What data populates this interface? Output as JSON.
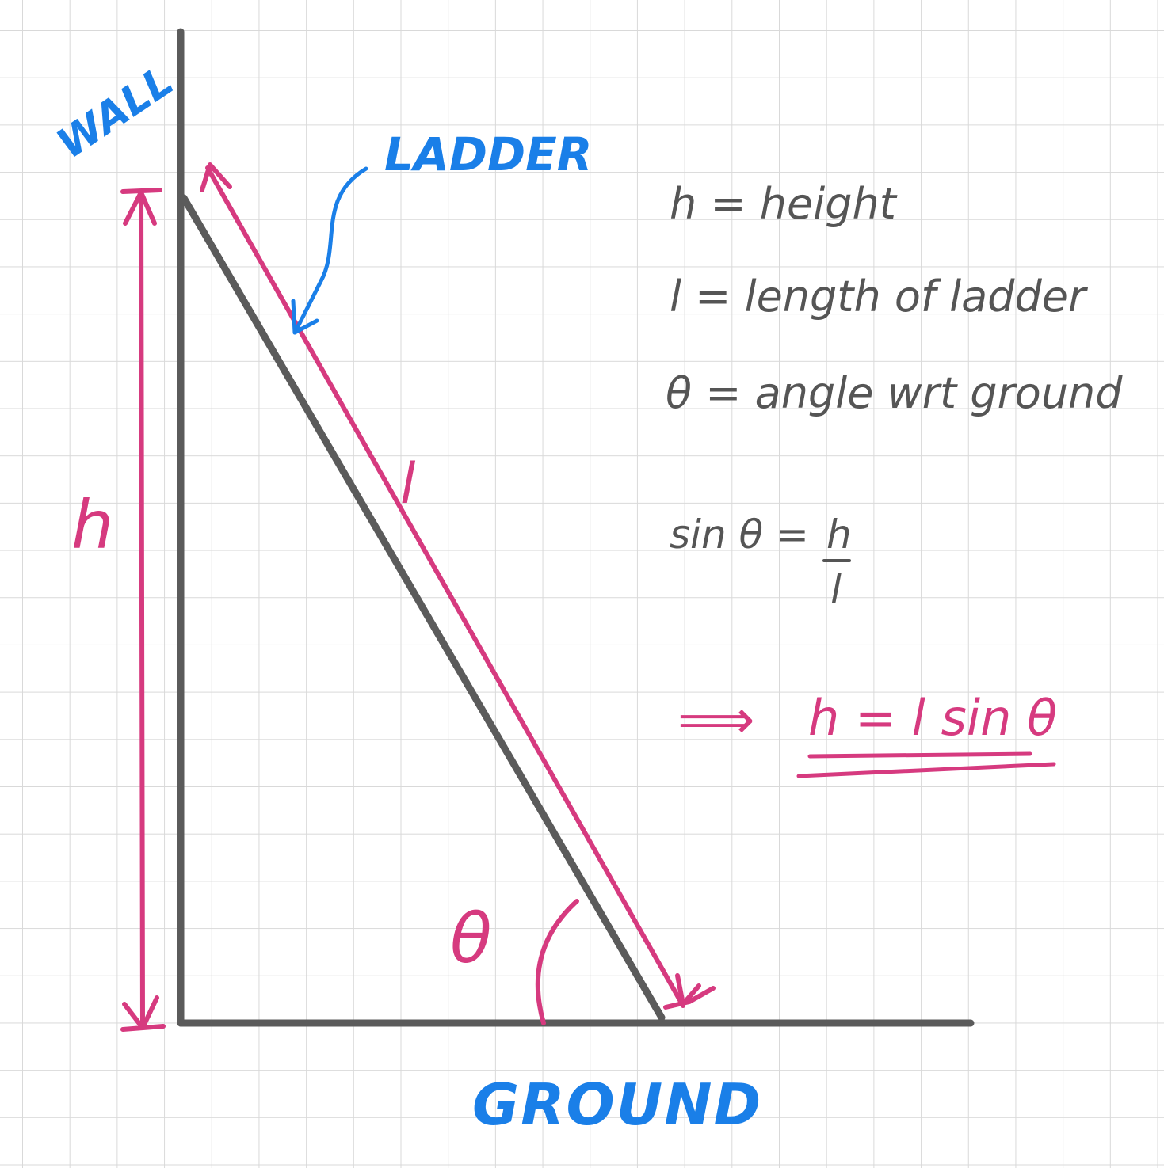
{
  "colors": {
    "structure": "#5b5b5b",
    "measure": "#d63a7f",
    "label": "#1a7fe8",
    "note": "#555555",
    "grid": "#d9d9d9"
  },
  "labels": {
    "wall": "WALL",
    "ground": "GROUND",
    "ladder": "LADDER",
    "h": "h",
    "l": "l",
    "theta": "θ"
  },
  "notes": {
    "def_h": "h = height",
    "def_l": "l = length of ladder",
    "def_theta": "θ = angle wrt ground",
    "sin_lhs": "sin θ =",
    "frac_num": "h",
    "frac_den": "l",
    "arrow": "⟹",
    "result": "h = l sin θ"
  }
}
